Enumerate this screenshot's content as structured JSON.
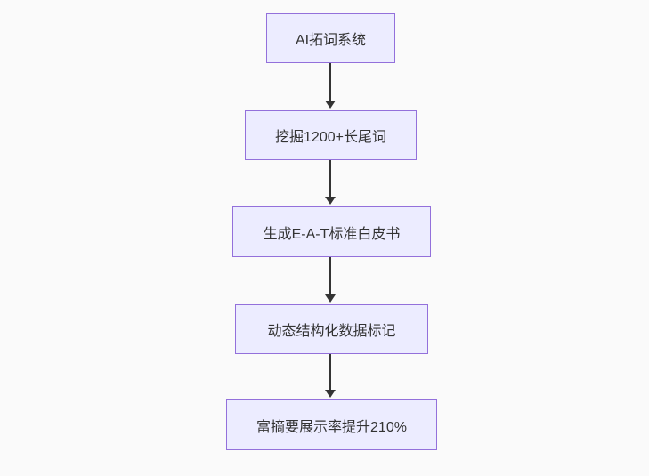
{
  "diagram": {
    "type": "flowchart",
    "direction": "top-down",
    "nodes": [
      {
        "id": "n1",
        "label": "AI拓词系统"
      },
      {
        "id": "n2",
        "label": "挖掘1200+长尾词"
      },
      {
        "id": "n3",
        "label": "生成E-A-T标准白皮书"
      },
      {
        "id": "n4",
        "label": "动态结构化数据标记"
      },
      {
        "id": "n5",
        "label": "富摘要展示率提升210%"
      }
    ],
    "edges": [
      {
        "from": "n1",
        "to": "n2"
      },
      {
        "from": "n2",
        "to": "n3"
      },
      {
        "from": "n3",
        "to": "n4"
      },
      {
        "from": "n4",
        "to": "n5"
      }
    ],
    "colors": {
      "node_fill": "#ececff",
      "node_border": "#9370db",
      "arrow": "#333333",
      "text": "#333333",
      "background": "#fafafa"
    }
  }
}
